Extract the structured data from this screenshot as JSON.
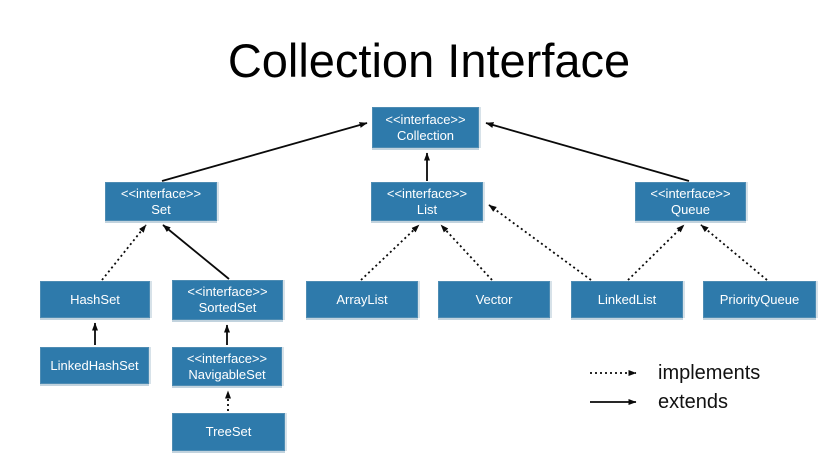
{
  "title": "Collection Interface",
  "diagram": {
    "nodes": {
      "collection": {
        "stereotype": "<<interface>>",
        "name": "Collection"
      },
      "set": {
        "stereotype": "<<interface>>",
        "name": "Set"
      },
      "list": {
        "stereotype": "<<interface>>",
        "name": "List"
      },
      "queue": {
        "stereotype": "<<interface>>",
        "name": "Queue"
      },
      "hashset": {
        "name": "HashSet"
      },
      "sortedset": {
        "stereotype": "<<interface>>",
        "name": "SortedSet"
      },
      "arraylist": {
        "name": "ArrayList"
      },
      "vector": {
        "name": "Vector"
      },
      "linkedlist": {
        "name": "LinkedList"
      },
      "priorityqueue": {
        "name": "PriorityQueue"
      },
      "linkedhashset": {
        "name": "LinkedHashSet"
      },
      "navigableset": {
        "stereotype": "<<interface>>",
        "name": "NavigableSet"
      },
      "treeset": {
        "name": "TreeSet"
      }
    },
    "edges": [
      {
        "from": "Set",
        "to": "Collection",
        "relation": "extends"
      },
      {
        "from": "List",
        "to": "Collection",
        "relation": "extends"
      },
      {
        "from": "Queue",
        "to": "Collection",
        "relation": "extends"
      },
      {
        "from": "SortedSet",
        "to": "Set",
        "relation": "extends"
      },
      {
        "from": "LinkedHashSet",
        "to": "HashSet",
        "relation": "extends"
      },
      {
        "from": "NavigableSet",
        "to": "SortedSet",
        "relation": "extends"
      },
      {
        "from": "HashSet",
        "to": "Set",
        "relation": "implements"
      },
      {
        "from": "ArrayList",
        "to": "List",
        "relation": "implements"
      },
      {
        "from": "Vector",
        "to": "List",
        "relation": "implements"
      },
      {
        "from": "LinkedList",
        "to": "List",
        "relation": "implements"
      },
      {
        "from": "LinkedList",
        "to": "Queue",
        "relation": "implements"
      },
      {
        "from": "PriorityQueue",
        "to": "Queue",
        "relation": "implements"
      },
      {
        "from": "TreeSet",
        "to": "NavigableSet",
        "relation": "implements"
      }
    ],
    "legend": {
      "implements": "implements",
      "extends": "extends"
    }
  },
  "colors": {
    "node_fill": "#2e7aab",
    "node_text": "#ffffff",
    "arrow": "#000000",
    "title_text": "#000000",
    "background": "#ffffff"
  }
}
